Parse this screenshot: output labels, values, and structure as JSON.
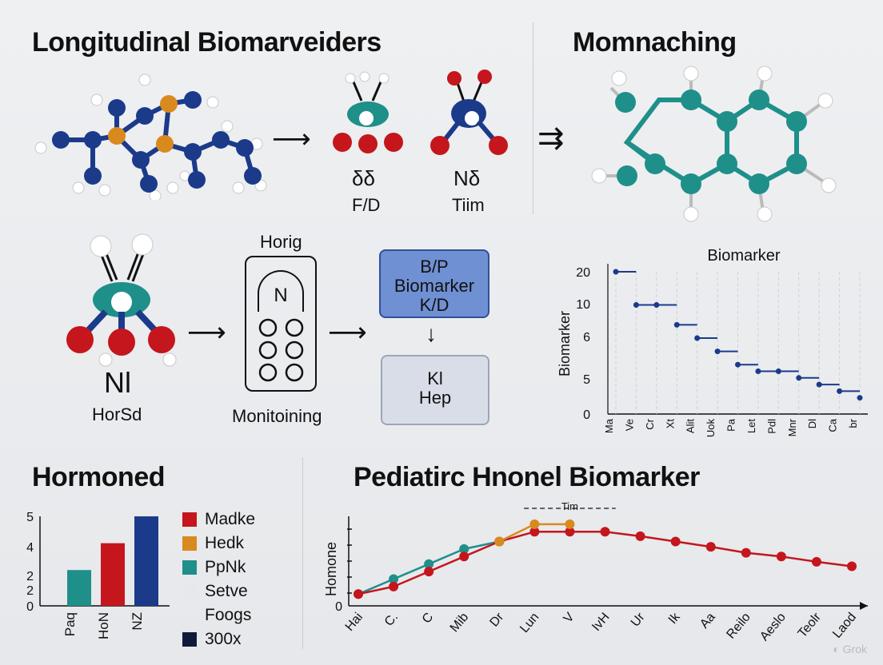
{
  "titles": {
    "top_left": "Longitudinal Biomarveiders",
    "top_right": "Momnaching",
    "bottom_left": "Hormoned",
    "bottom_right": "Pediatirc Hnonel Biomarker"
  },
  "molecule_labels": {
    "m2_sym": "δδ",
    "m2": "F/D",
    "m3_sym": "Nδ",
    "m3": "Tiim",
    "m4_sym": "Nl",
    "m4": "HorSd"
  },
  "device": {
    "top_label": "Horig",
    "glyph": "N",
    "bottom_label": "Monitoining"
  },
  "boxes": {
    "upper_line1": "B/P",
    "upper_line2": "Biomarker",
    "upper_line3": "K/D",
    "lower_line1": "Kl",
    "lower_line2": "Hep"
  },
  "colors": {
    "teal": "#1f8f8a",
    "navy": "#1b3a8a",
    "red": "#c4161c",
    "orange": "#d98a1e",
    "atom_white": "#ffffff",
    "box_blue": "#6f90d3",
    "box_light": "#d9dde8"
  },
  "chart_data": [
    {
      "type": "line",
      "title": "Biomarker",
      "ylabel": "Biomarker",
      "yticks": [
        "20",
        "10",
        "6",
        "5",
        "0"
      ],
      "categories": [
        "Ma",
        "Ve",
        "Cr",
        "Xt",
        "Alit",
        "Uok",
        "Pa",
        "Let",
        "Pdl",
        "Mnr",
        "Dl",
        "Ca",
        "br"
      ],
      "series": [
        {
          "values": [
            20,
            15,
            15,
            12,
            10,
            8,
            6,
            5,
            5,
            4,
            3,
            2,
            1
          ]
        }
      ]
    },
    {
      "type": "bar",
      "yticks": [
        "5",
        "4",
        "2",
        "2",
        "0"
      ],
      "categories": [
        "Paq",
        "HoN",
        "NZ"
      ],
      "values": [
        2,
        3.5,
        5
      ],
      "ylim": [
        0,
        5
      ],
      "legend": [
        {
          "label": "Madke",
          "color": "#c4161c"
        },
        {
          "label": "Hedk",
          "color": "#d98a1e"
        },
        {
          "label": "PpNk",
          "color": "#1f8f8a"
        },
        {
          "label": "Setve",
          "color": "#e6e8eb"
        },
        {
          "label": "Foogs",
          "color": ""
        },
        {
          "label": "300x",
          "color": "#0f1a3a"
        }
      ]
    },
    {
      "type": "line",
      "ylabel": "Homone",
      "annotation": "Tim",
      "ytick_zero": "0",
      "categories": [
        "Hai",
        "C.",
        "C",
        "Mib",
        "Dr",
        "Lun",
        "V",
        "IvH",
        "Ur",
        "Ik",
        "Aa",
        "Reilo",
        "Aeslo",
        "Teolr",
        "Laod"
      ],
      "series": [
        {
          "color": "#1f8f8a",
          "values": [
            0.05,
            0.25,
            0.45,
            0.65,
            0.75
          ]
        },
        {
          "color": "#c4161c",
          "values": [
            0.05,
            0.15,
            0.35,
            0.55,
            0.75,
            0.88,
            0.88,
            0.88,
            0.82,
            0.75,
            0.68,
            0.6,
            0.55,
            0.48,
            0.42
          ]
        },
        {
          "color": "#d98a1e",
          "values": [
            null,
            null,
            null,
            null,
            0.75,
            0.98,
            0.98
          ]
        }
      ]
    }
  ]
}
